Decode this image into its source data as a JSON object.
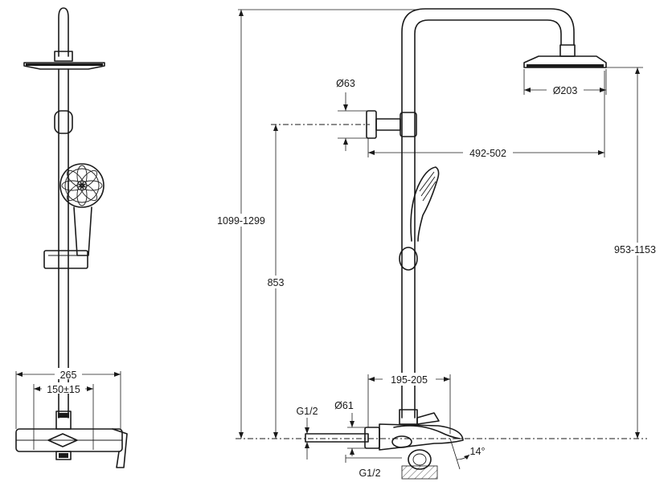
{
  "dimensions": {
    "side_width": "265",
    "side_inlet_spacing": "150±15",
    "total_height": "1099-1299",
    "head_height": "953-1153",
    "bracket_height": "853",
    "bracket_diameter": "Ø63",
    "head_diameter": "Ø203",
    "arm_reach": "492-502",
    "spout_reach": "195-205",
    "escutcheon_diameter": "Ø61",
    "thread_top": "G1/2",
    "thread_bottom": "G1/2",
    "spout_angle": "14°"
  }
}
